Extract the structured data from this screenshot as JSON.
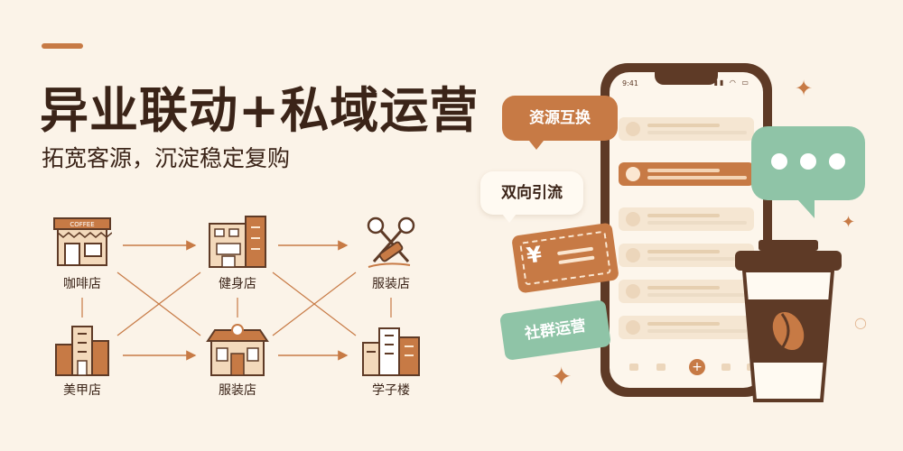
{
  "headline": "异业联动+私域运营",
  "subheadline": "拓宽客源，沉淀稳定复购",
  "network": {
    "cafe": {
      "label": "咖啡店",
      "sign": "COFFEE"
    },
    "gym": {
      "label": "健身店"
    },
    "tailor": {
      "label": "服装店"
    },
    "salon": {
      "label": "美甲店"
    },
    "clothing": {
      "label": "服装店"
    },
    "mall": {
      "label": "学子楼"
    }
  },
  "phone": {
    "status_time": "9:41",
    "status_icons": "▮▮ ◠ ▭"
  },
  "bubbles": {
    "resource_exchange": "资源互换",
    "two_way_traffic": "双向引流",
    "coupon_symbol": "¥",
    "community": "社群运营"
  },
  "colors": {
    "background": "#fbf3e8",
    "brown": "#c77a45",
    "dark_brown": "#5e3a26",
    "green": "#8fc4a7",
    "text": "#3b2418"
  },
  "icons": {
    "cafe": "coffee-shop-icon",
    "gym": "gym-building-icon",
    "tailor": "scissors-needle-icon",
    "salon": "office-building-icon",
    "clothing": "storefront-icon",
    "mall": "city-buildings-icon",
    "chat": "chat-bubble-icon",
    "cup": "coffee-cup-icon"
  }
}
